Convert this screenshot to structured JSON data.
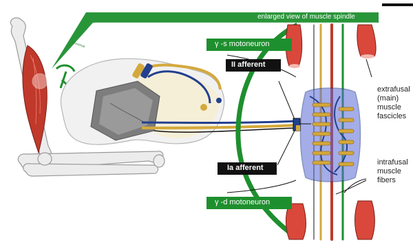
{
  "banner": {
    "text": "enlarged view of muscle spindle"
  },
  "labels": {
    "gamma_s": "γ -s motoneuron",
    "gamma_d": "γ -d motoneuron",
    "ii_afferent": "II afferent",
    "ia_afferent": "Ia afferent"
  },
  "side_labels": {
    "extrafusal": [
      "extrafusal",
      "(main)",
      "muscle",
      "fascicles"
    ],
    "intrafusal": [
      "intrafusal",
      "muscle",
      "fibers"
    ]
  },
  "annotation": {
    "text": "Proximal"
  },
  "colors": {
    "green": "#1e8f2e",
    "muscle_red": "#c0392b",
    "spindle_blue": "#5a6bd6",
    "afferent_gold": "#d4a93c",
    "afferent_blue": "#23408e",
    "black": "#111111"
  }
}
